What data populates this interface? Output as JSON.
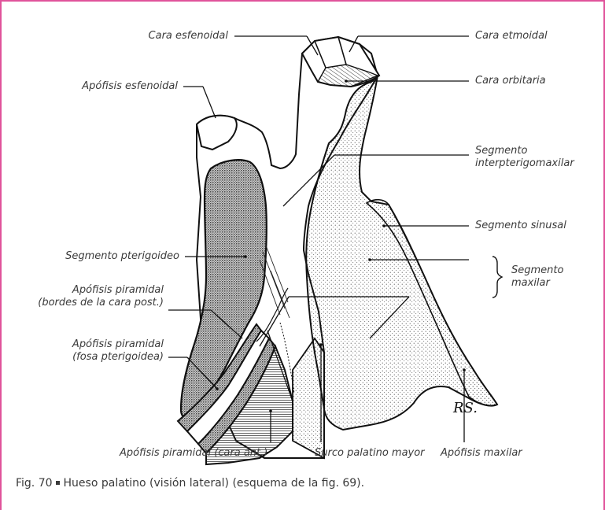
{
  "frame": {
    "border_color": "#e0539b"
  },
  "labels": {
    "cara_esfenoidal": "Cara esfenoidal",
    "cara_etmoidal": "Cara etmoidal",
    "apofisis_esfenoidal": "Apófisis esfenoidal",
    "cara_orbitaria": "Cara orbitaria",
    "segmento_interpterigomaxilar_1": "Segmento",
    "segmento_interpterigomaxilar_2": "interpterigomaxilar",
    "segmento_sinusal": "Segmento sinusal",
    "segmento_pterigoideo": "Segmento pterigoideo",
    "segmento_maxilar_1": "Segmento",
    "segmento_maxilar_2": "maxilar",
    "apofisis_piramidal_bordes_1": "Apófisis piramidal",
    "apofisis_piramidal_bordes_2": "(bordes de la cara post.)",
    "apofisis_piramidal_fosa_1": "Apófisis piramidal",
    "apofisis_piramidal_fosa_2": "(fosa pterigoidea)",
    "apofisis_piramidal_cara_ant": "Apófisis piramidal (cara ant.)",
    "surco_palatino_mayor": "Surco palatino mayor",
    "apofisis_maxilar": "Apófisis maxilar"
  },
  "signature": "RS.",
  "caption": {
    "figure": "Fig. 70",
    "text": "Hueso palatino (visión lateral) (esquema de la fig. 69)."
  }
}
